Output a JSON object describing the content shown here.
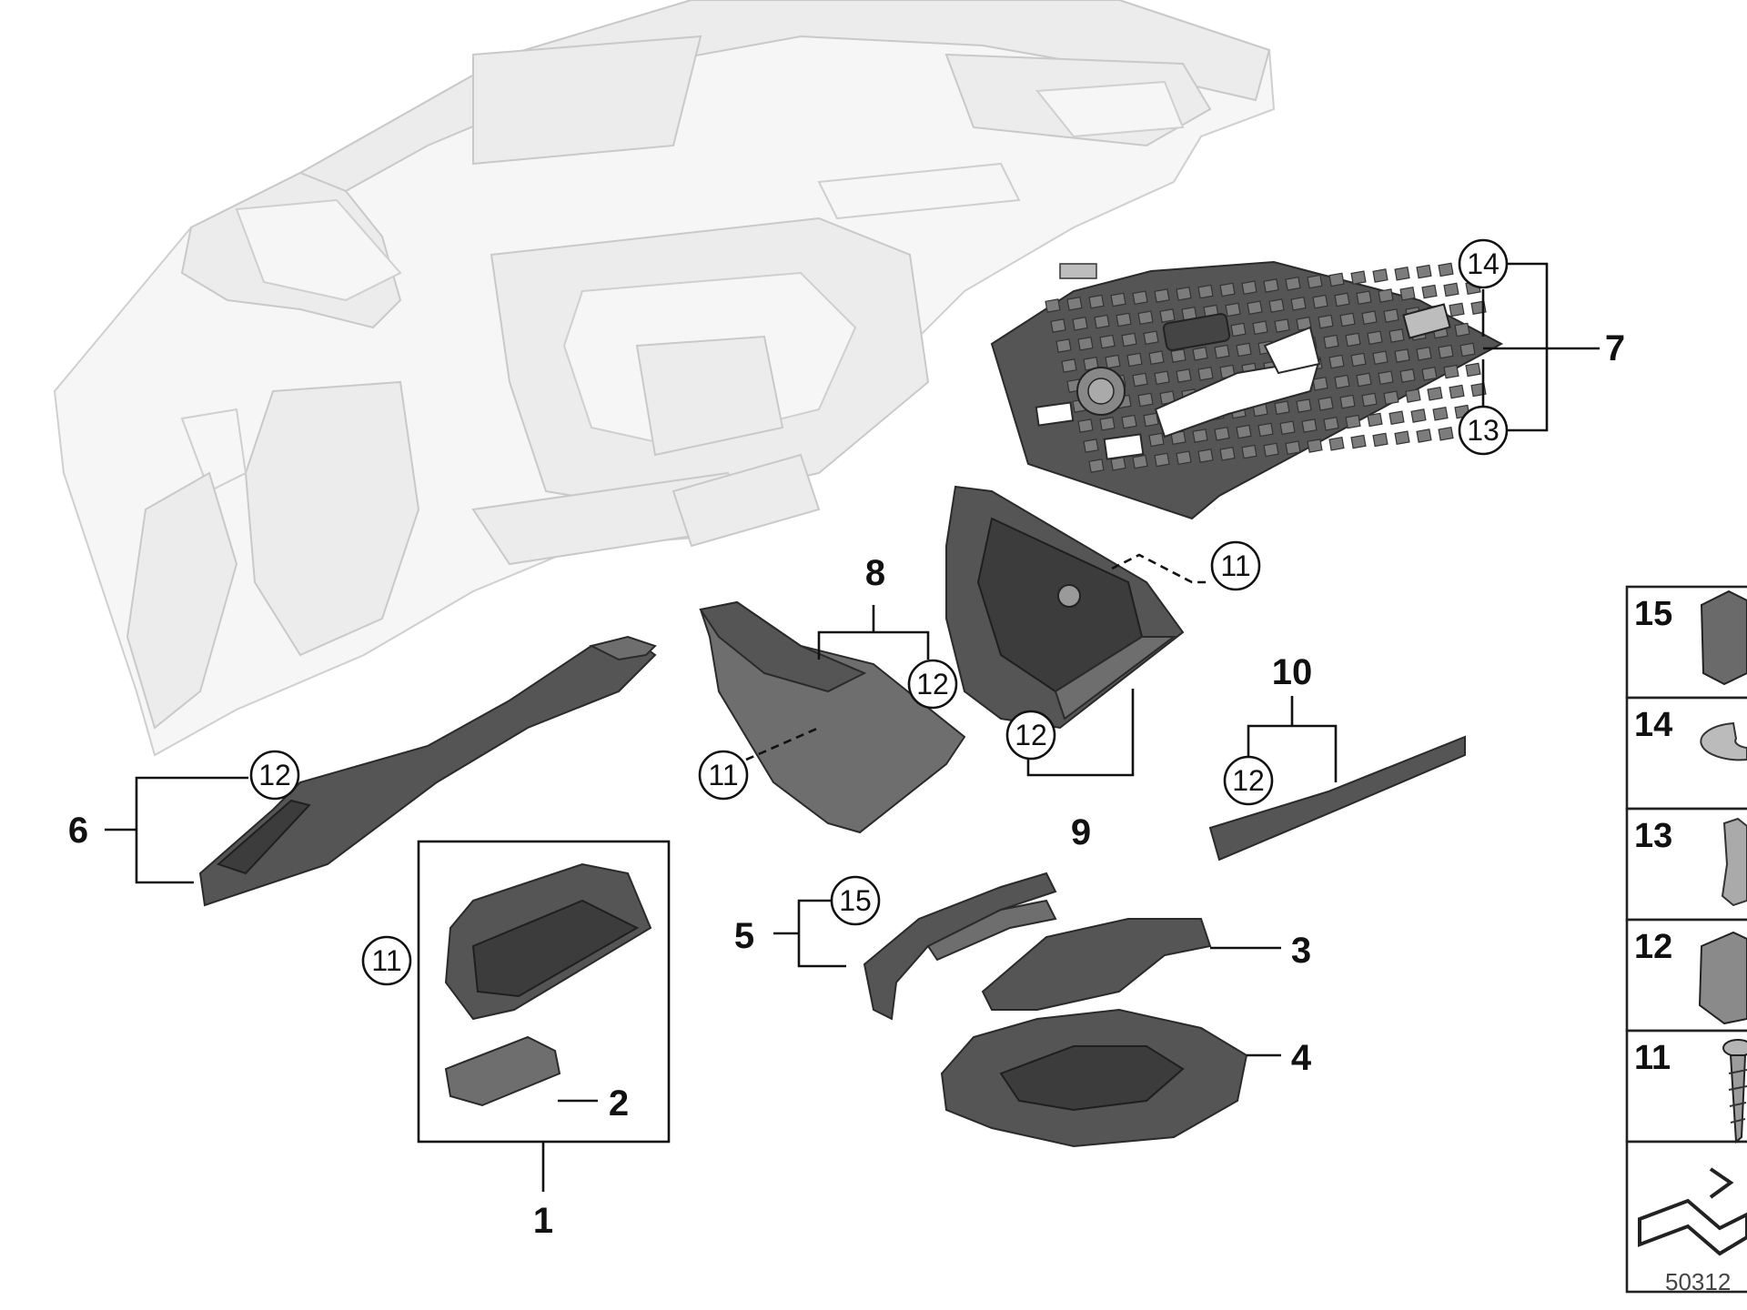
{
  "callouts": {
    "p1": "1",
    "p2": "2",
    "p3": "3",
    "p4": "4",
    "p5": "5",
    "p6": "6",
    "p7": "7",
    "p8": "8",
    "p9": "9",
    "p10": "10",
    "c11_a": "11",
    "c11_b": "11",
    "c11_c": "11",
    "c12_a": "12",
    "c12_b": "12",
    "c12_c": "12",
    "c12_d": "12",
    "c13": "13",
    "c14": "14",
    "c15": "15"
  },
  "fastener_table": {
    "rows": [
      "15",
      "14",
      "13",
      "12",
      "11"
    ]
  },
  "drawing_code": "50312"
}
